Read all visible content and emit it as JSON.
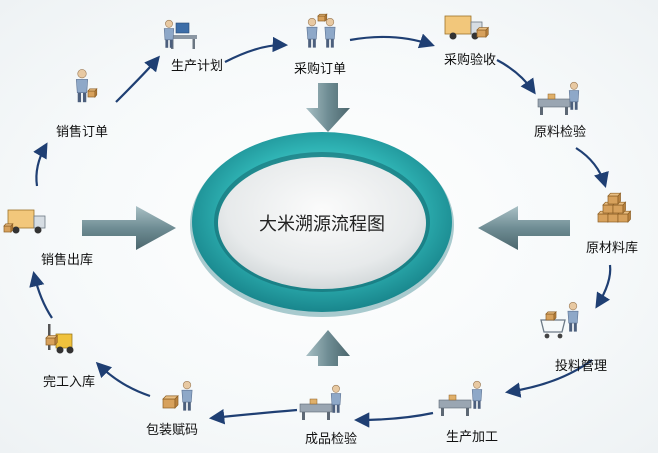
{
  "diagram": {
    "center_title": "大米溯源流程图",
    "steps": [
      {
        "id": "production-plan",
        "label": "生产计划",
        "icon": "planner-person-icon"
      },
      {
        "id": "purchase-order",
        "label": "采购订单",
        "icon": "purchasing-person-icon"
      },
      {
        "id": "purchase-receipt",
        "label": "采购验收",
        "icon": "delivery-truck-icon"
      },
      {
        "id": "material-inspection",
        "label": "原料检验",
        "icon": "inspection-station-icon"
      },
      {
        "id": "raw-material-store",
        "label": "原材料库",
        "icon": "boxes-stack-icon"
      },
      {
        "id": "feeding-management",
        "label": "投料管理",
        "icon": "shopping-cart-icon"
      },
      {
        "id": "production-processing",
        "label": "生产加工",
        "icon": "processing-machine-icon"
      },
      {
        "id": "product-inspection",
        "label": "成品检验",
        "icon": "product-inspection-icon"
      },
      {
        "id": "packaging-coding",
        "label": "包装赋码",
        "icon": "packaging-station-icon"
      },
      {
        "id": "finished-store",
        "label": "完工入库",
        "icon": "forklift-icon"
      },
      {
        "id": "sales-outbound",
        "label": "销售出库",
        "icon": "outbound-truck-icon"
      },
      {
        "id": "sales-order",
        "label": "销售订单",
        "icon": "sales-person-icon"
      }
    ],
    "colors": {
      "ring_arrow": "#1f3f73",
      "ellipse_outer": "#2fb3b4",
      "ellipse_inner": "#eef1f2",
      "flow_arrow": "#5e7f86"
    }
  }
}
